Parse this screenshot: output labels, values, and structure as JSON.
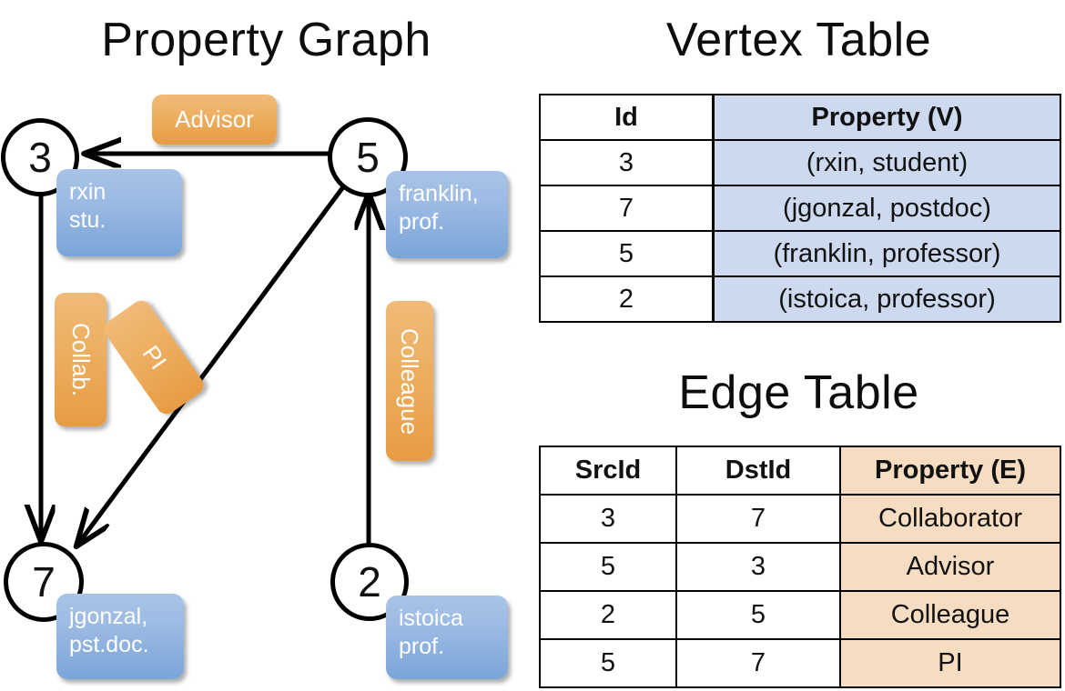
{
  "titles": {
    "graph": "Property Graph",
    "vertex_table": "Vertex Table",
    "edge_table": "Edge Table"
  },
  "graph": {
    "vertices": [
      {
        "id": "3",
        "property_lines": [
          "rxin",
          "stu."
        ]
      },
      {
        "id": "5",
        "property_lines": [
          "franklin,",
          "prof."
        ]
      },
      {
        "id": "7",
        "property_lines": [
          "jgonzal,",
          "pst.doc."
        ]
      },
      {
        "id": "2",
        "property_lines": [
          "istoica",
          "prof."
        ]
      }
    ],
    "vertex_labels": {
      "v3": "3",
      "v5": "5",
      "v7": "7",
      "v2": "2"
    },
    "property_boxes": {
      "rxin_line1": "rxin",
      "rxin_line2": "stu.",
      "franklin_line1": "franklin,",
      "franklin_line2": "prof.",
      "jgonzal_line1": "jgonzal,",
      "jgonzal_line2": "pst.doc.",
      "istoica_line1": "istoica",
      "istoica_line2": "prof."
    },
    "edge_labels": {
      "advisor": "Advisor",
      "collab": "Collab.",
      "pi": "PI",
      "colleague": "Colleague"
    },
    "edges": [
      {
        "from": "5",
        "to": "3",
        "label": "Advisor"
      },
      {
        "from": "3",
        "to": "7",
        "label": "Collab."
      },
      {
        "from": "5",
        "to": "7",
        "label": "PI"
      },
      {
        "from": "2",
        "to": "5",
        "label": "Colleague"
      }
    ]
  },
  "vertex_table": {
    "headers": [
      "Id",
      "Property (V)"
    ],
    "rows": [
      {
        "id": "3",
        "property": "(rxin, student)"
      },
      {
        "id": "7",
        "property": "(jgonzal, postdoc)"
      },
      {
        "id": "5",
        "property": "(franklin, professor)"
      },
      {
        "id": "2",
        "property": "(istoica, professor)"
      }
    ]
  },
  "edge_table": {
    "headers": [
      "SrcId",
      "DstId",
      "Property (E)"
    ],
    "rows": [
      {
        "src": "3",
        "dst": "7",
        "property": "Collaborator"
      },
      {
        "src": "5",
        "dst": "3",
        "property": "Advisor"
      },
      {
        "src": "2",
        "dst": "5",
        "property": "Colleague"
      },
      {
        "src": "5",
        "dst": "7",
        "property": "PI"
      }
    ]
  },
  "colors": {
    "vertex_property_blue": "#9dbbe3",
    "edge_label_orange": "#eda95c",
    "vertex_table_accent": "#ccd9ef",
    "edge_table_accent": "#f6dcc0",
    "stroke": "#000000",
    "background": "#ffffff"
  }
}
